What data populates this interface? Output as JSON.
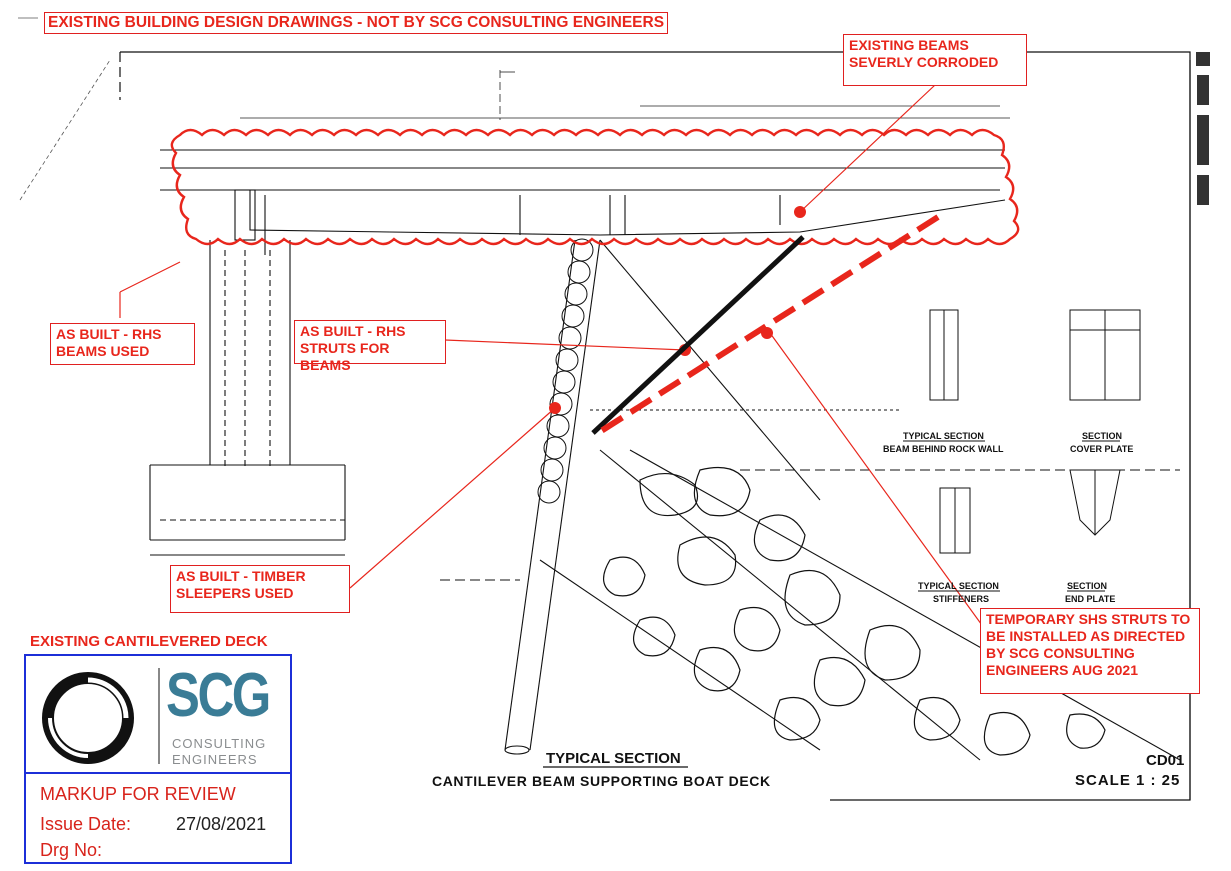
{
  "header": {
    "existing_drawings_note": "EXISTING BUILDING DESIGN DRAWINGS - NOT BY SCG CONSULTING ENGINEERS",
    "deck_label": "EXISTING CANTILEVERED DECK"
  },
  "callouts": {
    "beams_corroded": [
      "EXISTING BEAMS",
      "SEVERLY CORRODED"
    ],
    "rhs_beams": [
      "AS BUILT - RHS",
      "BEAMS USED"
    ],
    "rhs_struts": [
      "AS BUILT - RHS",
      "STRUTS FOR BEAMS"
    ],
    "timber_sleepers": [
      "AS BUILT - TIMBER",
      "SLEEPERS USED"
    ],
    "temp_struts": [
      "TEMPORARY SHS STRUTS TO",
      "BE INSTALLED AS DIRECTED",
      "BY SCG CONSULTING",
      "ENGINEERS AUG 2021"
    ]
  },
  "logo": {
    "mark": "SCG",
    "line1": "CONSULTING",
    "line2": "ENGINEERS"
  },
  "markup": {
    "title": "MARKUP FOR REVIEW",
    "issue_label": "Issue Date:",
    "issue_value": "27/08/2021",
    "drg_label": "Drg No:"
  },
  "drawing": {
    "main_title": "TYPICAL SECTION",
    "main_subtitle": "CANTILEVER BEAM SUPPORTING BOAT DECK",
    "sheet_no": "CD01",
    "scale": "SCALE 1 : 25",
    "detail1_title": "TYPICAL SECTION",
    "detail1_sub": "BEAM BEHIND ROCK WALL",
    "detail2_title": "SECTION",
    "detail2_sub": "COVER PLATE",
    "detail3_title": "TYPICAL SECTION",
    "detail3_sub": "STIFFENERS",
    "detail4_title": "SECTION",
    "detail4_sub": "END PLATE"
  },
  "colors": {
    "markup_red": "#e8261c",
    "border_blue": "#1c2fd8",
    "logo_teal": "#3a7c96",
    "logo_grey": "#8a8d8f",
    "ink": "#111111"
  }
}
